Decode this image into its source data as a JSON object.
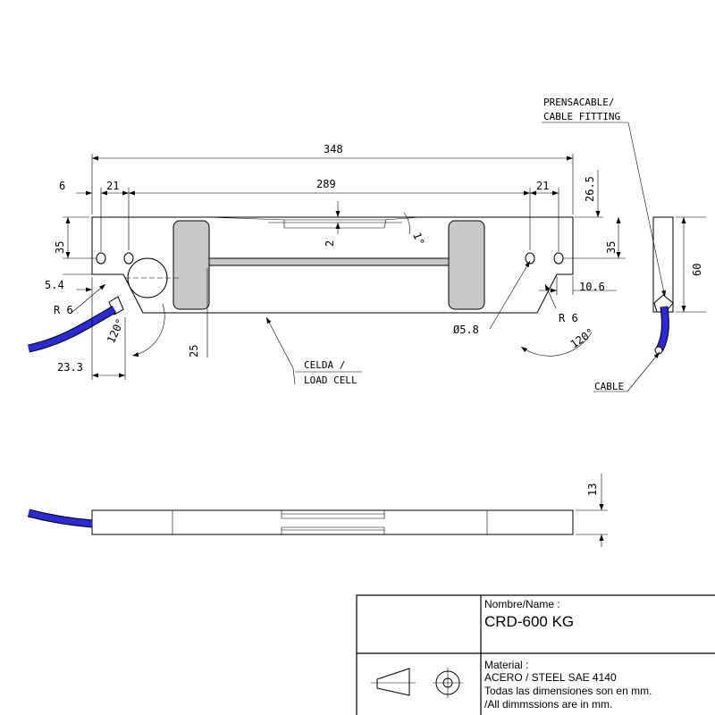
{
  "dimensions": {
    "total_length": "348",
    "inner_length": "289",
    "left_edge": "6",
    "left_hole": "21",
    "right_hole": "21",
    "top_offset": "26.5",
    "left_height": "35",
    "right_height": "35",
    "side_height": "60",
    "left_bottom": "5.4",
    "radius_left": "R 6",
    "radius_right": "R 6",
    "angle_left": "120°",
    "angle_right": "120°",
    "angle_top": "1°",
    "gap": "2",
    "depth": "25",
    "cable_offset": "23.3",
    "right_bottom": "10.6",
    "hole_diameter": "Ø5.8",
    "thickness": "13"
  },
  "labels": {
    "cable_fitting_line1": "PRENSACABLE/",
    "cable_fitting_line2": "CABLE FITTING",
    "load_cell_line1": "CELDA /",
    "load_cell_line2": "LOAD CELL",
    "cable": "CABLE"
  },
  "title_block": {
    "name_label": "Nombre/Name :",
    "name_value": "CRD-600 KG",
    "material_label": "Material :",
    "material_value": "ACERO / STEEL SAE 4140",
    "note_es": "Todas las dimensiones son en mm.",
    "note_en": "/All dimmssions are in mm."
  },
  "colors": {
    "cable": "#2b2bd6",
    "pocket": "#c8c8c8",
    "line": "#000000"
  }
}
